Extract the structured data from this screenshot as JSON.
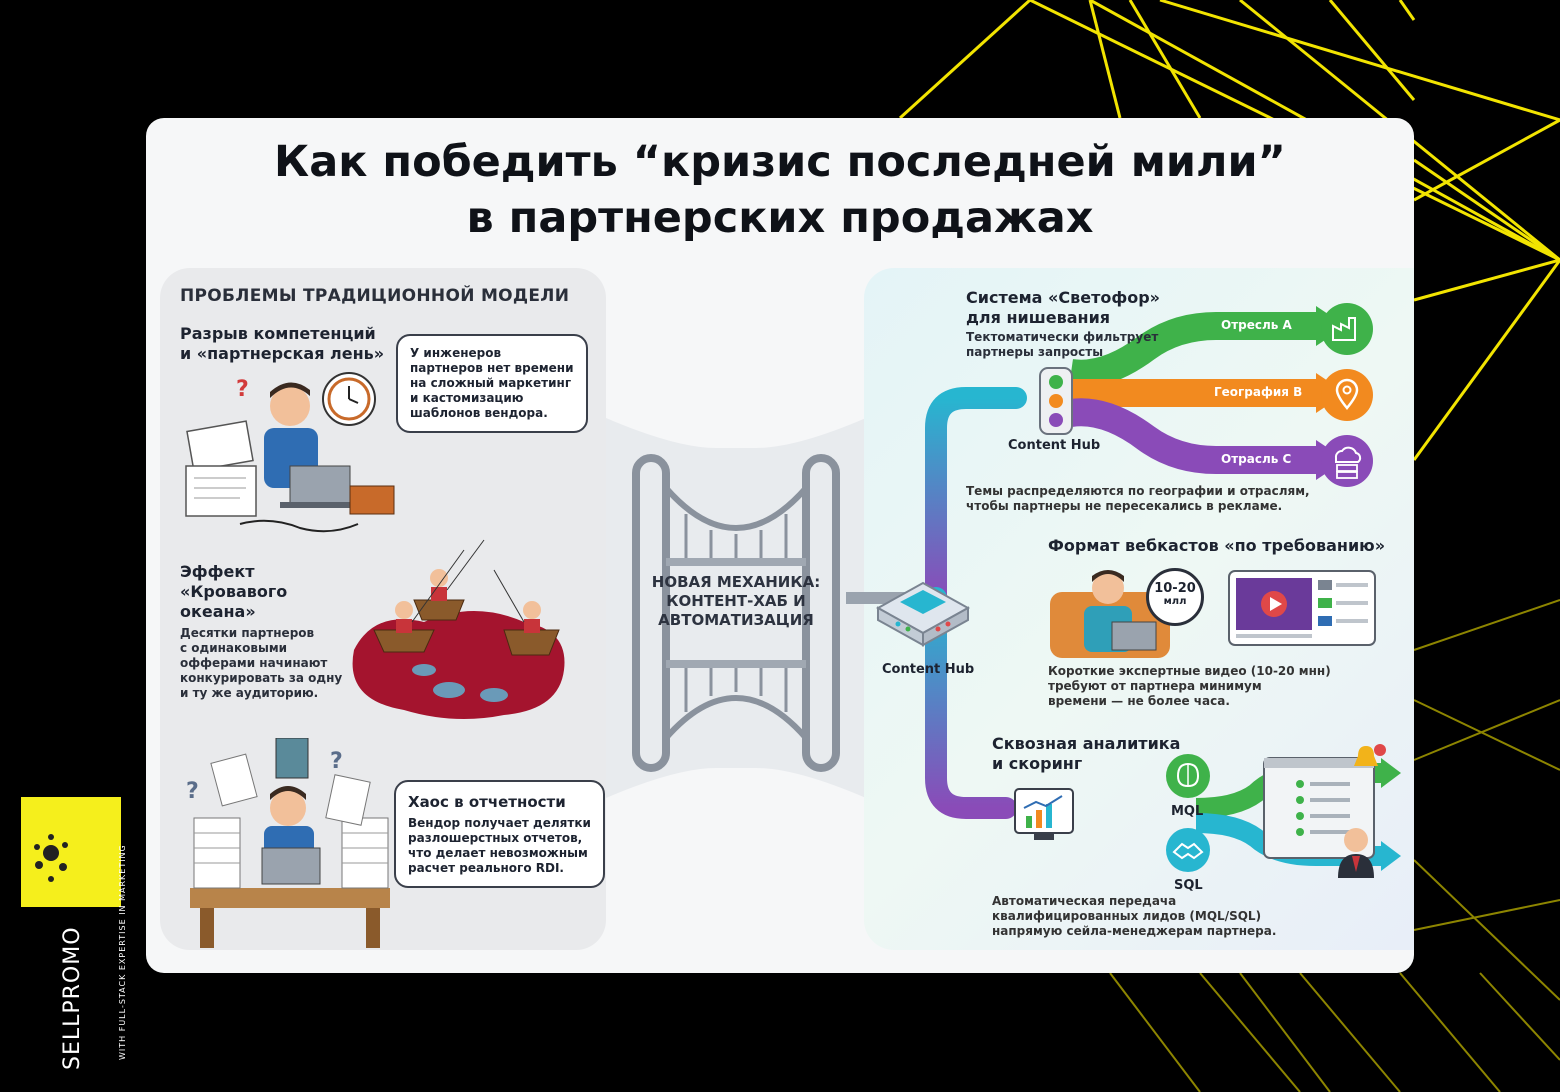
{
  "title": {
    "line1": "Как победить “кризис последней мили”",
    "line2": "в партнерских продажах"
  },
  "left": {
    "header": "ПРОБЛЕМЫ ТРАДИЦИОННОЙ МОДЕЛИ",
    "gap": {
      "title1": "Разрыв компетенций",
      "title2": "и «партнерская лень»",
      "bubble": [
        "У инженеров",
        "партнеров нет времени",
        "на сложный маркетинг",
        "и кастомизацию",
        "шаблонов вендора."
      ]
    },
    "ocean": {
      "title": [
        "Эффект",
        "«Кровавого",
        "океана»"
      ],
      "text": [
        "Десятки партнеров",
        "с одинаковыми",
        "офферами начинают",
        "конкурировать за одну",
        "и ту же аудиторию."
      ]
    },
    "chaos": {
      "title": "Хаос в отчетности",
      "text": [
        "Вендор получает делятки",
        "разлошерстных отчетов,",
        "что делает невозможным",
        "расчет реального RDI."
      ]
    }
  },
  "bridge": {
    "label": [
      "НОВАЯ МЕХАНИКА:",
      "КОНТЕНТ-ХАБ И",
      "АВТОМАТИЗАЦИЯ"
    ]
  },
  "right": {
    "traffic": {
      "title": [
        "Система «Светофор»",
        "для нишевания"
      ],
      "text": [
        "Тектоматически фильтрует",
        "партнеры запросты"
      ],
      "hub_label": "Content Hub",
      "branches": [
        "Отресль А",
        "География В",
        "Отрасль С"
      ],
      "note": [
        "Темы распределяются по географии и отраслям,",
        "чтобы партнеры не пересекались в рекламе."
      ]
    },
    "center_hub_label": "Content Hub",
    "webcast": {
      "title": "Формат вебкастов «по требованию»",
      "clock": [
        "10-20",
        "млл"
      ],
      "text": [
        "Короткие экспертные видео (10-20 мнн)",
        "требуют от партнера минимум",
        "времени — не более часа."
      ]
    },
    "analytics": {
      "title": [
        "Сквозная аналитика",
        "и скоринг"
      ],
      "mql": "MQL",
      "sql": "SQL",
      "text": [
        "Автоматическая передача",
        "квалифицированных лидов (MQL/SQL)",
        "напрямую сейла-менеджерам партнера."
      ]
    }
  },
  "logo": {
    "main": "SELLPROMO",
    "sub": "WITH FULL-STACK EXPERTISE IN MARKETING"
  },
  "colors": {
    "accent_yellow": "#f5ef1c",
    "green": "#3fb24a",
    "orange": "#f28a1f",
    "purple": "#8a4bb8",
    "teal": "#27b6d0",
    "blood": "#a4142e"
  }
}
